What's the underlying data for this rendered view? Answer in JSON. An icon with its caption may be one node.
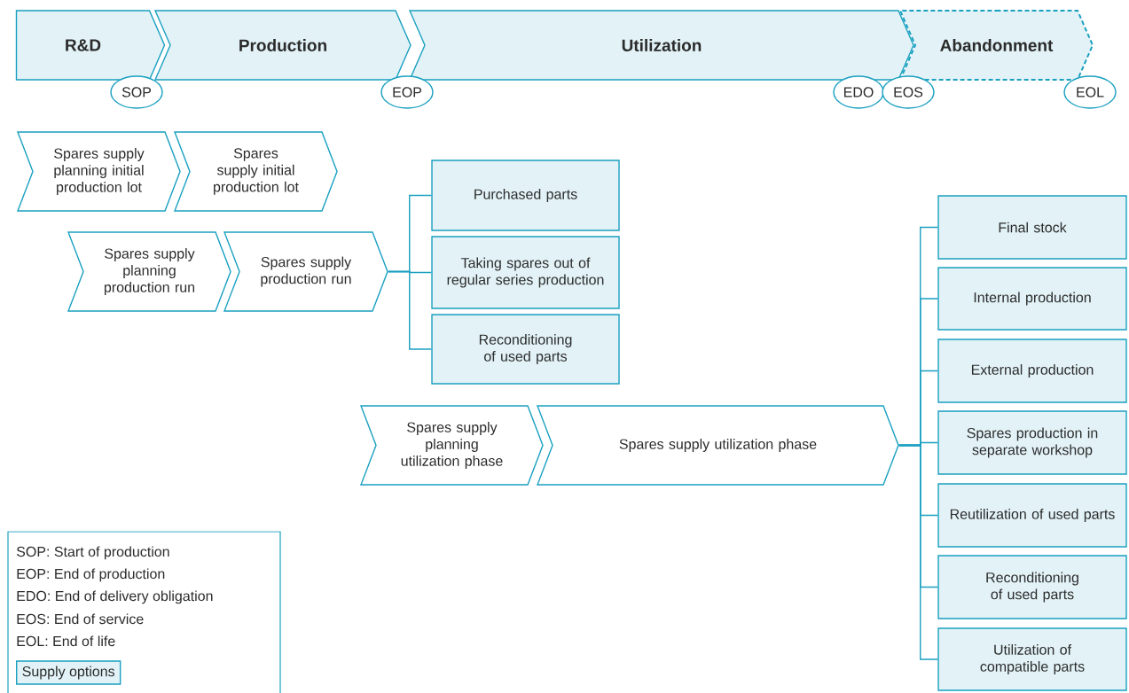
{
  "diagram": {
    "nodes": [
      {
        "text": [
          "R&D"
        ]
      },
      {
        "text": [
          "Production"
        ]
      },
      {
        "text": [
          "Utilization"
        ]
      },
      {
        "text": [
          "Abandonment"
        ]
      },
      {
        "text": [
          "SOP"
        ]
      },
      {
        "text": [
          "EOP"
        ]
      },
      {
        "text": [
          "EDO"
        ]
      },
      {
        "text": [
          "EOS"
        ]
      },
      {
        "text": [
          "EOL"
        ]
      },
      {
        "text": [
          "Spares supply planning initial production lot"
        ]
      },
      {
        "text": [
          "Spares supply initial production lot"
        ]
      },
      {
        "text": [
          "Spares supply planning production run"
        ]
      },
      {
        "text": [
          "Spares supply production run"
        ]
      },
      {
        "text": [
          "Purchased parts"
        ]
      },
      {
        "text": [
          "Taking spares out of regular series production"
        ]
      },
      {
        "text": [
          "Reconditioning of used parts"
        ]
      },
      {
        "text": [
          "Spares supply planning utilization phase"
        ]
      },
      {
        "text": [
          "Spares supply utilization phase"
        ]
      },
      {
        "text": [
          "Final stock"
        ]
      },
      {
        "text": [
          "Internal production"
        ]
      },
      {
        "text": [
          "External production"
        ]
      },
      {
        "text": [
          "Spares production in separate workshop"
        ]
      },
      {
        "text": [
          "Reutilization of used parts"
        ]
      },
      {
        "text": [
          "Reconditioning of used parts"
        ]
      },
      {
        "text": [
          "Utilization of compatible parts"
        ]
      }
    ],
    "edges": [
      {
        "from": 12,
        "to": 13,
        "arrow": "none"
      },
      {
        "from": 12,
        "to": 14,
        "arrow": "none"
      },
      {
        "from": 12,
        "to": 15,
        "arrow": "none"
      },
      {
        "from": 17,
        "to": 18,
        "arrow": "none"
      },
      {
        "from": 17,
        "to": 19,
        "arrow": "none"
      },
      {
        "from": 17,
        "to": 20,
        "arrow": "none"
      },
      {
        "from": 17,
        "to": 21,
        "arrow": "none"
      },
      {
        "from": 17,
        "to": 22,
        "arrow": "none"
      },
      {
        "from": 17,
        "to": 23,
        "arrow": "none"
      },
      {
        "from": 17,
        "to": 24,
        "arrow": "none"
      }
    ],
    "labels": [
      "SOP: Start of production",
      "EOP: End of production",
      "EDO: End of delivery obligation",
      "EOS: End of service",
      "EOL: End of life"
    ],
    "legend": [
      {
        "text": "Supply options",
        "color": "#e2f2f7"
      }
    ]
  }
}
